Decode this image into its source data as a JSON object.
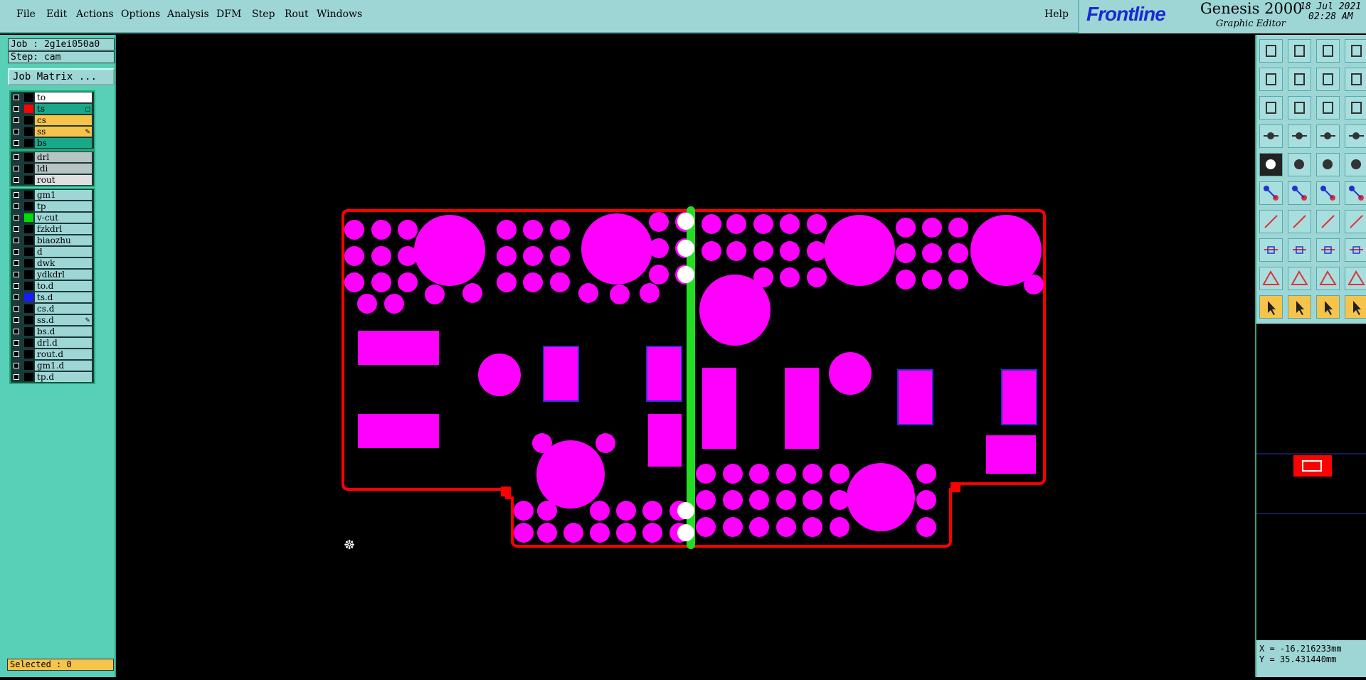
{
  "menu": {
    "items": [
      "File",
      "Edit",
      "Actions",
      "Options",
      "Analysis",
      "DFM",
      "Step",
      "Rout",
      "Windows"
    ],
    "help": "Help"
  },
  "brand": {
    "logo": "Frontline",
    "product": "Genesis 2000",
    "subtitle": "Graphic Editor",
    "date": "18 Jul 2021",
    "time": "02:28 AM"
  },
  "job": {
    "job_label": "Job : 2g1ei050a0",
    "step_label": "Step: cam",
    "matrix_button": "Job Matrix ..."
  },
  "layers": {
    "group1": [
      {
        "name": "to",
        "color": "#ffffff",
        "swatch": "#000000"
      },
      {
        "name": "ts",
        "color": "#1aa88a",
        "swatch": "#ff0000",
        "marker": "◻"
      },
      {
        "name": "cs",
        "color": "#f6c44a",
        "swatch": "#000000"
      },
      {
        "name": "ss",
        "color": "#f6c44a",
        "swatch": "#000000",
        "marker": "✎"
      },
      {
        "name": "bs",
        "color": "#1aa88a",
        "swatch": "#000000"
      }
    ],
    "group2": [
      {
        "name": "drl",
        "color": "#b8c4c4",
        "swatch": "#000000"
      },
      {
        "name": "ldi",
        "color": "#b8c4c4",
        "swatch": "#000000"
      },
      {
        "name": "rout",
        "color": "#e0e0e0",
        "swatch": "#000000"
      }
    ],
    "group3": [
      {
        "name": "gm1",
        "color": "#9ed6d6",
        "swatch": "#000000"
      },
      {
        "name": "tp",
        "color": "#9ed6d6",
        "swatch": "#000000"
      },
      {
        "name": "v-cut",
        "color": "#9ed6d6",
        "swatch": "#00dd00"
      },
      {
        "name": "fzkdrl",
        "color": "#9ed6d6",
        "swatch": "#000000"
      },
      {
        "name": "biaozhu",
        "color": "#9ed6d6",
        "swatch": "#000000"
      },
      {
        "name": "d",
        "color": "#9ed6d6",
        "swatch": "#000000"
      },
      {
        "name": "dwk",
        "color": "#9ed6d6",
        "swatch": "#000000"
      },
      {
        "name": "ydkdrl",
        "color": "#9ed6d6",
        "swatch": "#000000"
      },
      {
        "name": "to.d",
        "color": "#9ed6d6",
        "swatch": "#000000"
      },
      {
        "name": "ts.d",
        "color": "#9ed6d6",
        "swatch": "#1a1aff"
      },
      {
        "name": "cs.d",
        "color": "#9ed6d6",
        "swatch": "#000000"
      },
      {
        "name": "ss.d",
        "color": "#9ed6d6",
        "swatch": "#000000",
        "marker": "✎"
      },
      {
        "name": "bs.d",
        "color": "#9ed6d6",
        "swatch": "#000000"
      },
      {
        "name": "drl.d",
        "color": "#9ed6d6",
        "swatch": "#000000"
      },
      {
        "name": "rout.d",
        "color": "#9ed6d6",
        "swatch": "#000000"
      },
      {
        "name": "gm1.d",
        "color": "#9ed6d6",
        "swatch": "#000000"
      },
      {
        "name": "tp.d",
        "color": "#9ed6d6",
        "swatch": "#000000"
      }
    ]
  },
  "status": {
    "selected": "Selected : 0"
  },
  "coords": {
    "x": "X = -16.216233mm",
    "y": "Y = 35.431440mm"
  },
  "colors": {
    "pad": "#ff00ff",
    "outline": "#ff0000",
    "vcut": "#22dd22",
    "background": "#000000"
  }
}
